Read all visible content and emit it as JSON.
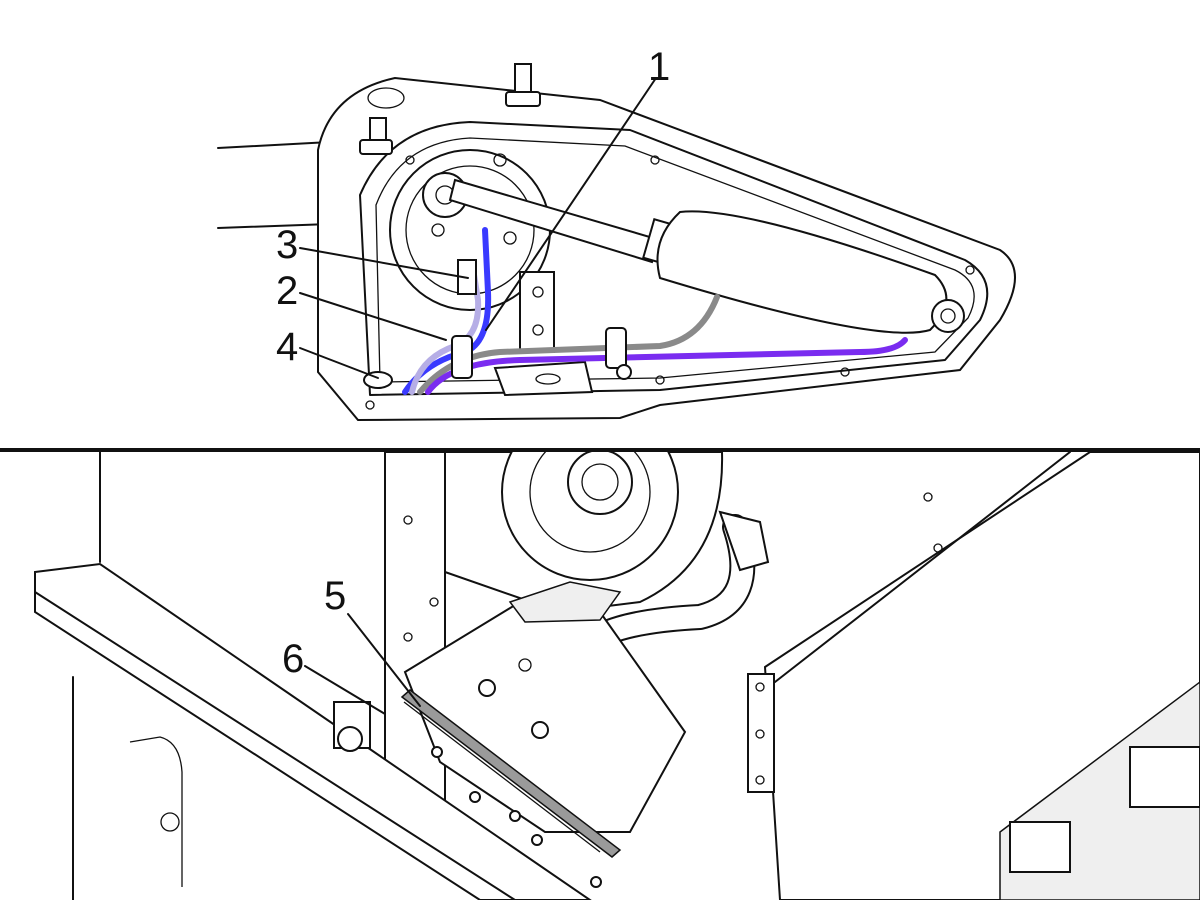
{
  "figure": {
    "top_callouts": [
      "1",
      "2",
      "3",
      "4"
    ],
    "bottom_callouts": [
      "5",
      "6"
    ],
    "colors": {
      "line": "#111111",
      "hose_blue": "#3a3aff",
      "hose_light_violet": "#b6aee6",
      "hose_gray": "#8a8a8a",
      "hose_violet": "#7a2cf0",
      "divider": "#111111",
      "background": "#ffffff"
    }
  }
}
